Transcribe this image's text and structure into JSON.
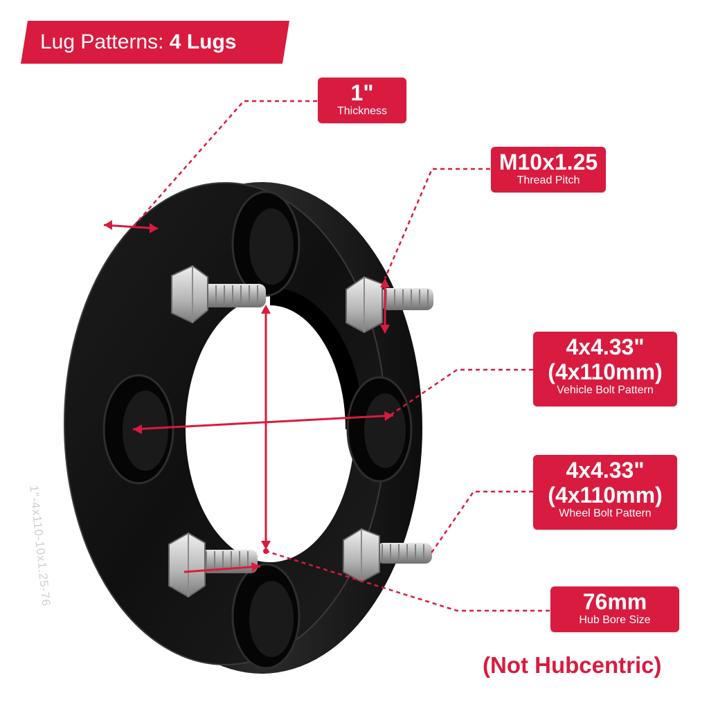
{
  "banner": {
    "prefix": "Lug Patterns: ",
    "value": "4 Lugs"
  },
  "labels": {
    "thickness": {
      "value": "1\"",
      "caption": "Thickness"
    },
    "thread": {
      "value": "M10x1.25",
      "caption": "Thread Pitch"
    },
    "vehicle": {
      "line1": "4x4.33\"",
      "line2": "(4x110mm)",
      "caption": "Vehicle Bolt Pattern"
    },
    "wheel": {
      "line1": "4x4.33\"",
      "line2": "(4x110mm)",
      "caption": "Wheel Bolt Pattern"
    },
    "hub": {
      "value": "76mm",
      "caption": "Hub Bore Size"
    }
  },
  "engraving": "1\"-4x110-10x1.25-76",
  "note": "(Not Hubcentric)",
  "colors": {
    "accent": "#d81b3f",
    "spacer": "#141414",
    "stud": "#bcbcbc"
  }
}
